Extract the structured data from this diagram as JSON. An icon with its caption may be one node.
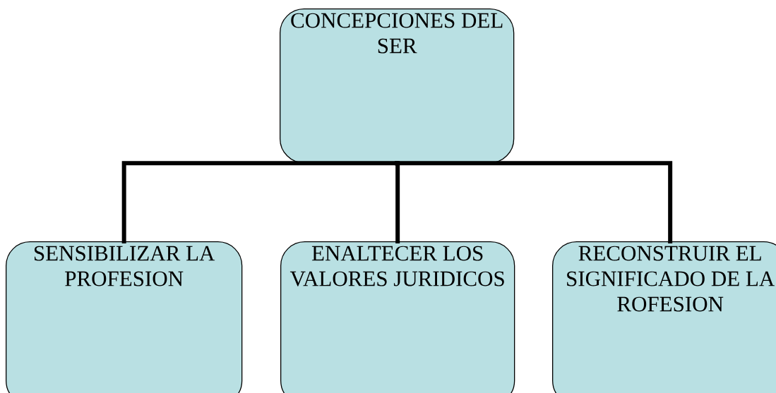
{
  "diagram": {
    "nodes": [
      {
        "text": [
          "CONCEPCIONES DEL SER"
        ]
      },
      {
        "text": [
          "SENSIBILIZAR LA PROFESION"
        ]
      },
      {
        "text": [
          "ENALTECER LOS VALORES JURIDICOS"
        ]
      },
      {
        "text": [
          "RECONSTRUIR EL SIGNIFICADO DE LA ROFESION"
        ]
      }
    ],
    "edges": [
      {
        "from": 0,
        "to": 1,
        "arrow": "none"
      },
      {
        "from": 0,
        "to": 2,
        "arrow": "none"
      },
      {
        "from": 0,
        "to": 3,
        "arrow": "none"
      }
    ]
  }
}
